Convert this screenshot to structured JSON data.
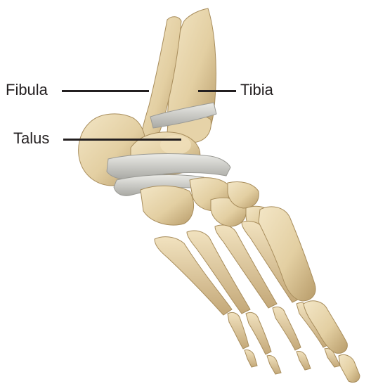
{
  "figure": {
    "subject": "foot-and-ankle-bones",
    "labels": {
      "fibula": "Fibula",
      "tibia": "Tibia",
      "talus": "Talus"
    },
    "colors": {
      "bone": "#e3cfa2",
      "bone_shadow": "#b89c6a",
      "bone_highlight": "#f3e6c6",
      "ligament": "#d6d6d2",
      "ligament_shadow": "#a9a9a4",
      "label_text": "#231f20",
      "background": "#ffffff"
    }
  }
}
